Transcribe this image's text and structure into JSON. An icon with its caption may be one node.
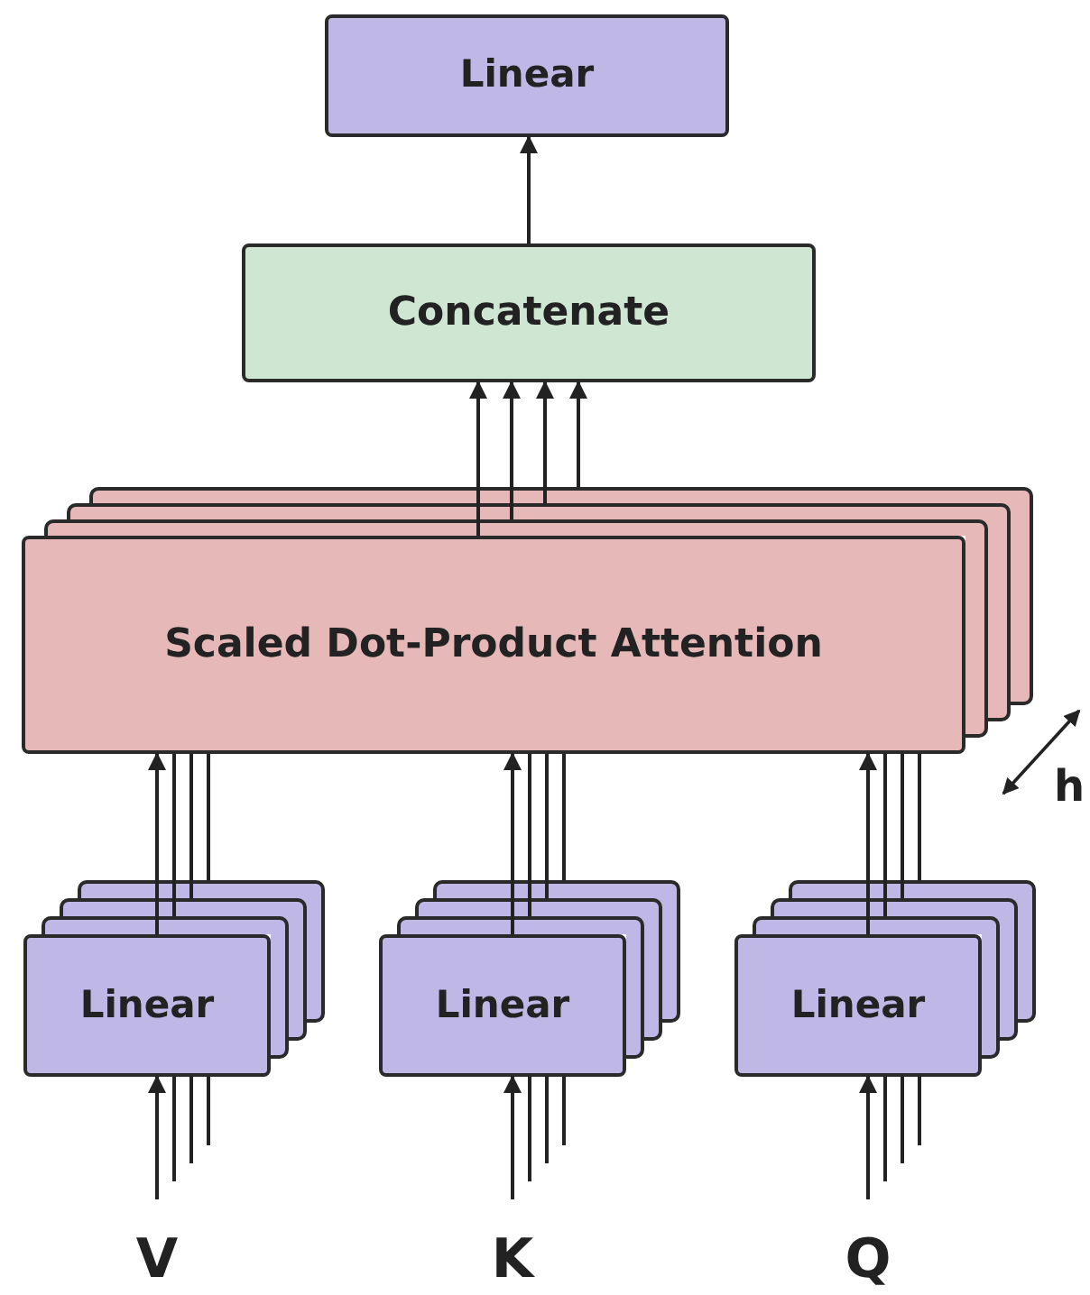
{
  "diagram": {
    "nodes": [
      {
        "text": [
          "Linear"
        ]
      },
      {
        "text": [
          "Concatenate"
        ]
      },
      {
        "text": [
          "Scaled Dot-Product Attention"
        ]
      },
      {
        "text": [
          "Linear"
        ]
      },
      {
        "text": [
          "Linear"
        ]
      },
      {
        "text": [
          "Linear"
        ]
      }
    ],
    "edges": [
      {
        "from": 1,
        "to": 0,
        "arrow": "to"
      },
      {
        "from": 2,
        "to": 1,
        "arrow": "to"
      },
      {
        "from": 2,
        "to": 1,
        "arrow": "to"
      },
      {
        "from": 2,
        "to": 1,
        "arrow": "to"
      },
      {
        "from": 2,
        "to": 1,
        "arrow": "to"
      },
      {
        "from": 3,
        "to": 2,
        "arrow": "to"
      },
      {
        "from": 3,
        "to": 2,
        "arrow": "none"
      },
      {
        "from": 3,
        "to": 2,
        "arrow": "none"
      },
      {
        "from": 3,
        "to": 2,
        "arrow": "none"
      },
      {
        "from": 4,
        "to": 2,
        "arrow": "to"
      },
      {
        "from": 4,
        "to": 2,
        "arrow": "none"
      },
      {
        "from": 4,
        "to": 2,
        "arrow": "none"
      },
      {
        "from": 4,
        "to": 2,
        "arrow": "none"
      },
      {
        "from": 5,
        "to": 2,
        "arrow": "to"
      },
      {
        "from": 5,
        "to": 2,
        "arrow": "none"
      },
      {
        "from": 5,
        "to": 2,
        "arrow": "none"
      },
      {
        "from": 5,
        "to": 2,
        "arrow": "none"
      },
      {
        "from": null,
        "to": 3,
        "arrow": "to"
      },
      {
        "from": null,
        "to": 3,
        "arrow": "none"
      },
      {
        "from": null,
        "to": 3,
        "arrow": "none"
      },
      {
        "from": null,
        "to": 3,
        "arrow": "none"
      },
      {
        "from": null,
        "to": 4,
        "arrow": "to"
      },
      {
        "from": null,
        "to": 4,
        "arrow": "none"
      },
      {
        "from": null,
        "to": 4,
        "arrow": "none"
      },
      {
        "from": null,
        "to": 4,
        "arrow": "none"
      },
      {
        "from": null,
        "to": 5,
        "arrow": "to"
      },
      {
        "from": null,
        "to": 5,
        "arrow": "none"
      },
      {
        "from": null,
        "to": 5,
        "arrow": "none"
      },
      {
        "from": null,
        "to": 5,
        "arrow": "none"
      }
    ],
    "labels": [
      "h",
      "V",
      "K",
      "Q"
    ]
  }
}
